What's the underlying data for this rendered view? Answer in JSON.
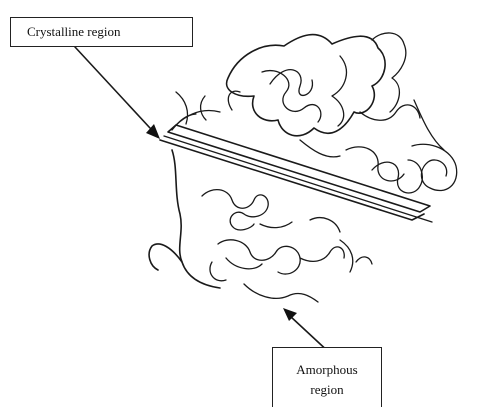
{
  "labels": {
    "crystalline": "Crystalline region",
    "amorphous_line1": "Amorphous",
    "amorphous_line2": "region"
  }
}
